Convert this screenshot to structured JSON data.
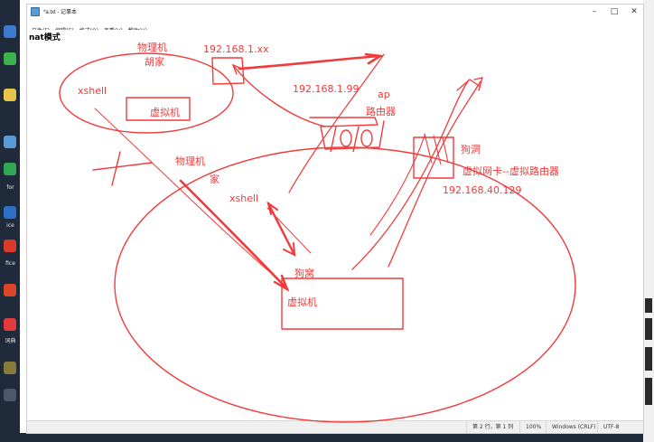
{
  "window": {
    "title": "*a.txt - 记事本",
    "controls": {
      "minimize": "–",
      "maximize": "□",
      "close": "✕"
    }
  },
  "menu": [
    "文件(F)",
    "编辑(E)",
    "格式(O)",
    "查看(V)",
    "帮助(H)"
  ],
  "editor": {
    "text": "nat模式"
  },
  "status": {
    "position": "第 2 行，第 1 列",
    "zoom": "100%",
    "line_ending": "Windows (CRLF)",
    "encoding": "UTF-8"
  },
  "taskbar": {
    "labels": [
      "for",
      "ice",
      "fice",
      "词典"
    ]
  },
  "sketch": {
    "labels": {
      "physical_machine_1": "物理机",
      "hujia": "胡家",
      "ip_public": "192.168.1.xx",
      "xshell_1": "xshell",
      "vm_1": "虚拟机",
      "ip_router": "192.168.1.99",
      "ap": "ap",
      "router": "路由器",
      "gou_dong": "狗洞",
      "physical_machine_2": "物理机",
      "jia": "家",
      "virtual_nic": "虚拟网卡--虚拟路由器",
      "ip_nat": "192.168.40.129",
      "xshell_2": "xshell",
      "gou_wo": "狗窝",
      "vm_2": "虚拟机"
    },
    "color": "#f23a3a"
  }
}
